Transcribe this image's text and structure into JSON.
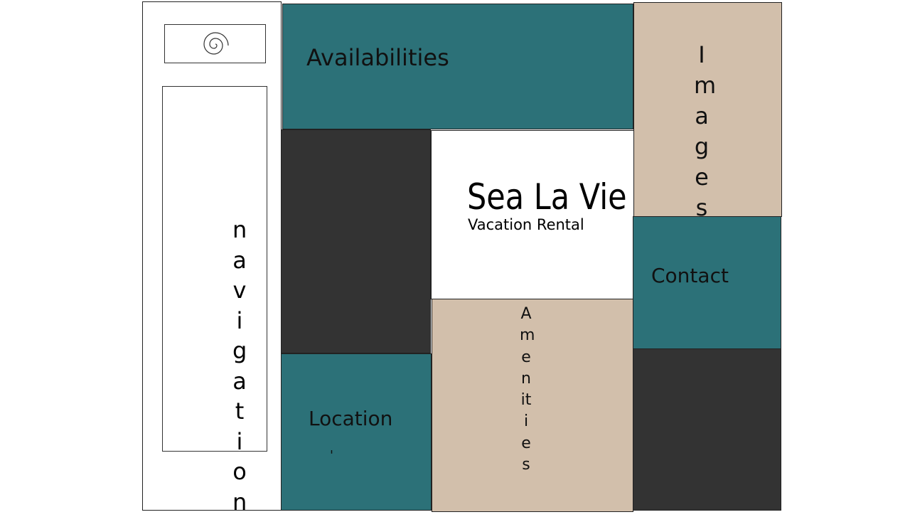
{
  "sidebar": {
    "logo_icon": "spiral-icon",
    "navigation_label": "navigation"
  },
  "tiles": {
    "availabilities": "Availabilities",
    "images": "Images",
    "contact": "Contact",
    "location": "Location",
    "location_mark": "'",
    "amenities": "Amenities"
  },
  "brand": {
    "title": "Sea La Vie",
    "subtitle": "Vacation Rental"
  },
  "colors": {
    "teal": "#2c7178",
    "dark": "#333333",
    "beige": "#d2bfab",
    "white": "#ffffff"
  }
}
